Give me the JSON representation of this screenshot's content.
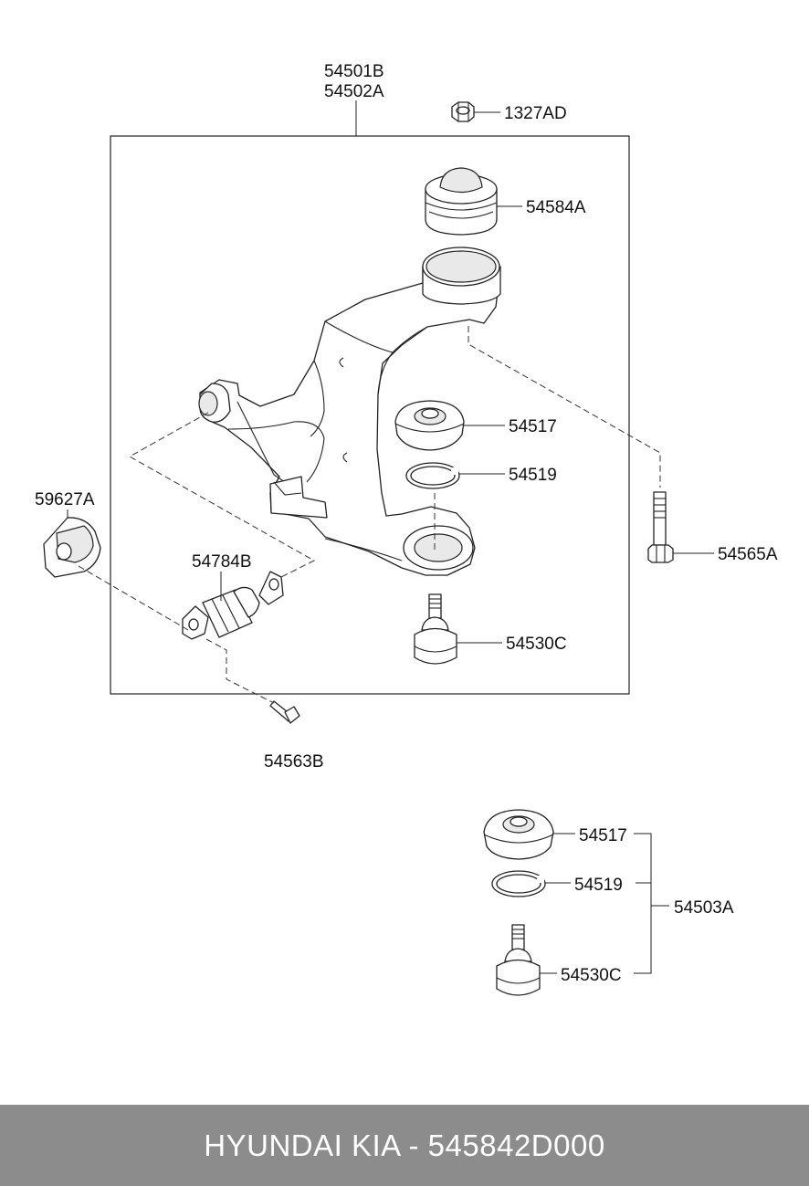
{
  "labels": {
    "arm_assy_a": "54501B",
    "arm_assy_b": "54502A",
    "nut": "1327AD",
    "bushing_top": "54584A",
    "dust_cover": "54517",
    "snap_ring": "54519",
    "bracket": "59627A",
    "bushing_front": "54784B",
    "bolt_side": "54565A",
    "ball_joint": "54530C",
    "bolt_bottom": "54563B",
    "kit_dust_cover": "54517",
    "kit_snap_ring": "54519",
    "kit_assy": "54503A",
    "kit_ball_joint": "54530C"
  },
  "footer": {
    "text": "HYUNDAI KIA - 545842D000",
    "background": "#8c8c8c",
    "color": "#ffffff"
  }
}
